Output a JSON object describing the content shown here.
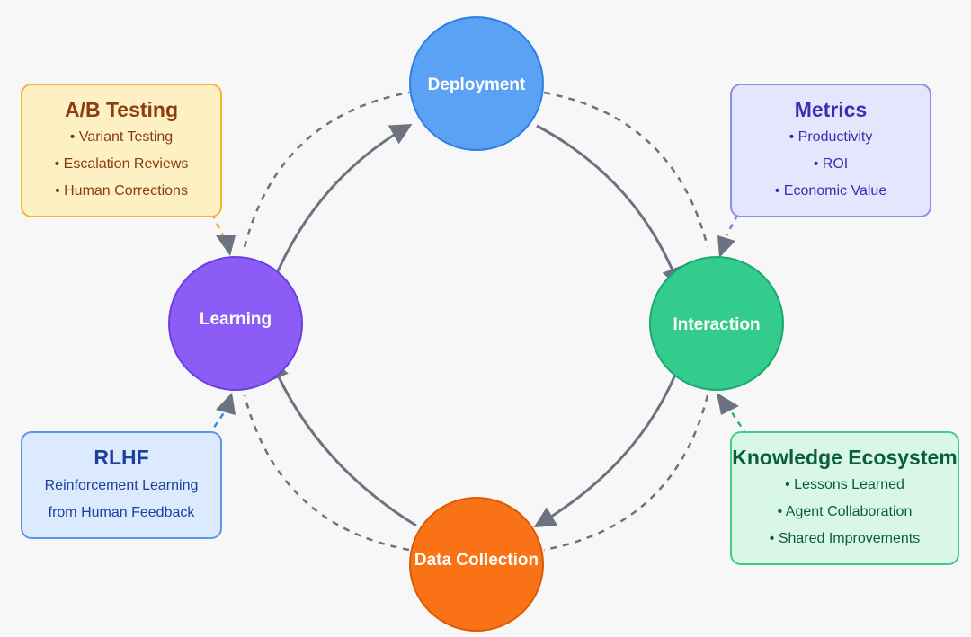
{
  "nodes": {
    "deployment": {
      "label": "Deployment",
      "color": "#5ba2f5"
    },
    "interaction": {
      "label": "Interaction",
      "color": "#34cc8c"
    },
    "data_collection": {
      "label": "Data Collection",
      "color": "#f97316"
    },
    "learning": {
      "label": "Learning",
      "color": "#8b5cf6"
    }
  },
  "boxes": {
    "ab_testing": {
      "title": "A/B Testing",
      "items": [
        "• Variant Testing",
        "• Escalation Reviews",
        "• Human Corrections"
      ]
    },
    "metrics": {
      "title": "Metrics",
      "items": [
        "• Productivity",
        "• ROI",
        "• Economic Value"
      ]
    },
    "rlhf": {
      "title": "RLHF",
      "lines": [
        "Reinforcement Learning",
        "from Human Feedback"
      ]
    },
    "knowledge": {
      "title": "Knowledge Ecosystem",
      "items": [
        "• Lessons Learned",
        "• Agent Collaboration",
        "• Shared Improvements"
      ]
    }
  },
  "colors": {
    "arrow": "#6b7280",
    "dashed_ring": "#6b7280",
    "ab_connector": "#f3a51b",
    "metrics_connector": "#7b7ee6",
    "rlhf_connector": "#3f86e6",
    "knowledge_connector": "#22b873"
  }
}
